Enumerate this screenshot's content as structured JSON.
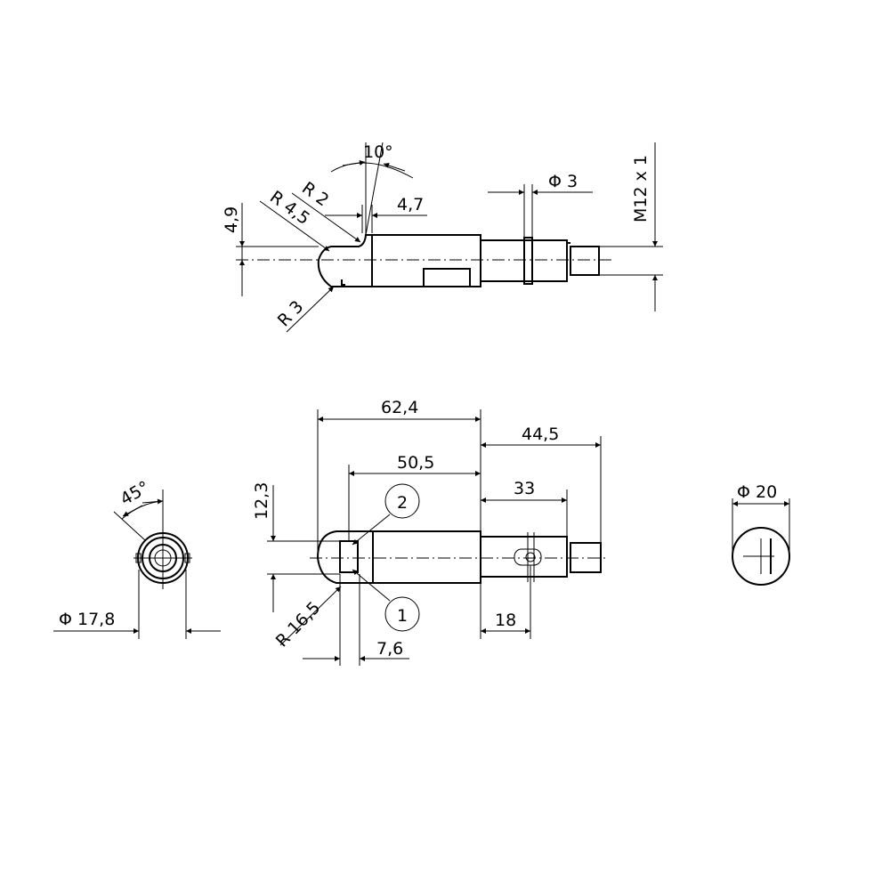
{
  "top_view": {
    "angle": "10°",
    "r2": "R 2",
    "r45": "R 4,5",
    "d47": "4,7",
    "d49": "4,9",
    "r3": "R 3",
    "phi3": "Φ 3",
    "thread": "M12 x 1"
  },
  "side_view": {
    "d624": "62,4",
    "d445": "44,5",
    "d505": "50,5",
    "d33": "33",
    "d123": "12,3",
    "r165": "R 16,5",
    "d76": "7,6",
    "d18": "18",
    "balloon1": "1",
    "balloon2": "2"
  },
  "end_view": {
    "angle": "45°",
    "diameter": "Φ 17,8"
  },
  "front_view": {
    "diameter": "Φ 20"
  },
  "colors": {
    "line": "#000000",
    "background": "#ffffff"
  }
}
